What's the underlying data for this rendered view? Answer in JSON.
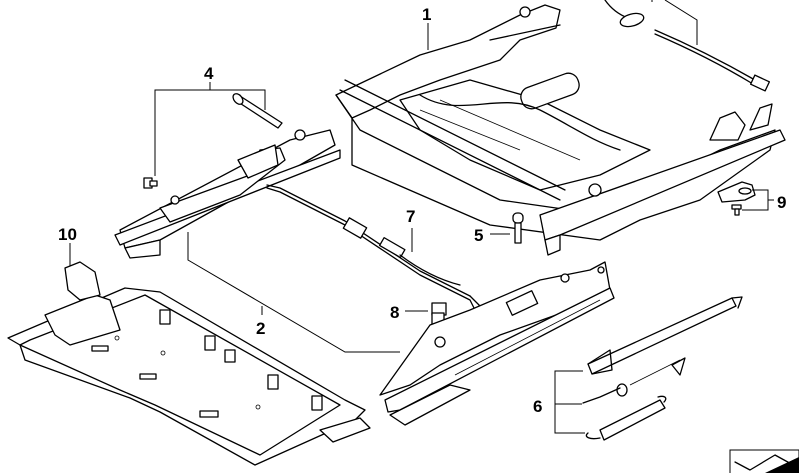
{
  "diagram": {
    "type": "exploded-parts-view",
    "callouts": [
      {
        "id": "1",
        "part": "seat-frame"
      },
      {
        "id": "2",
        "part": "seat-rail-pair"
      },
      {
        "id": "4",
        "part": "rail-with-handle-and-bolt"
      },
      {
        "id": "5",
        "part": "bolt"
      },
      {
        "id": "6",
        "part": "spring-set"
      },
      {
        "id": "7",
        "part": "adjuster-cable-rod"
      },
      {
        "id": "8",
        "part": "pin"
      },
      {
        "id": "9",
        "part": "bracket-with-screw"
      },
      {
        "id": "10",
        "part": "seat-base-tray"
      }
    ],
    "icon": "catalog-corner-icon"
  }
}
